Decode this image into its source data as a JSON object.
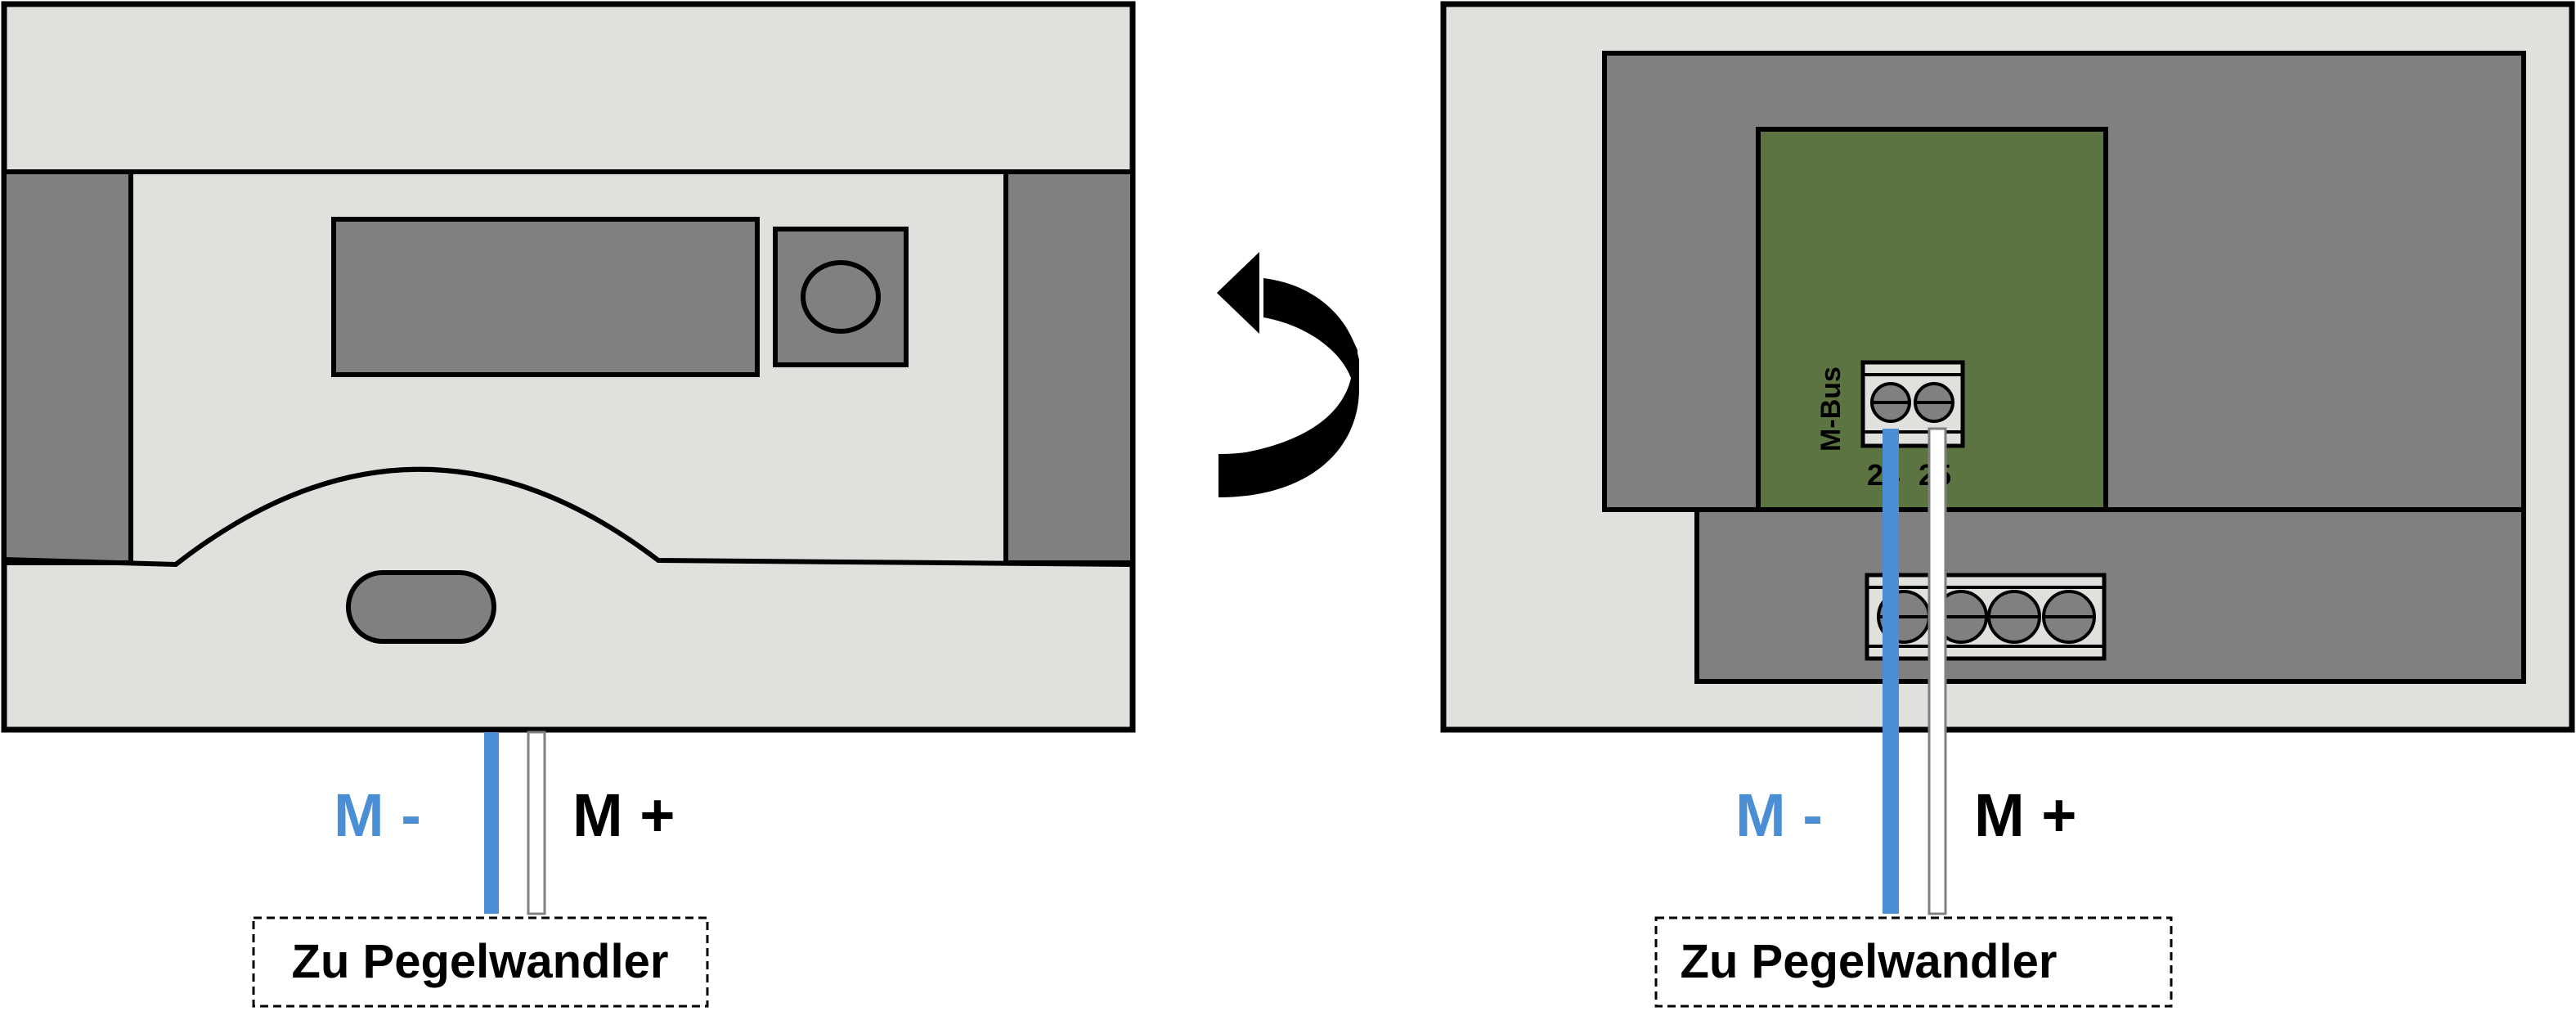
{
  "left_view": {
    "wire_minus_label": "M -",
    "wire_plus_label": "M +",
    "destination_label": "Zu Pegelwandler"
  },
  "right_view": {
    "terminal_block_label": "M-Bus",
    "terminal_numbers": [
      "24",
      "25"
    ],
    "wire_minus_label": "M -",
    "wire_plus_label": "M +",
    "destination_label": "Zu Pegelwandler"
  },
  "colors": {
    "minus_wire": "#4a8fd6",
    "plus_wire": "#ffffff",
    "housing_light": "#e0e0dc",
    "housing_dark": "#808080",
    "circuit_board": "#5b7442",
    "outline": "#000000"
  },
  "icons": {
    "rotate_arrow": "rotate-arrow-icon"
  }
}
